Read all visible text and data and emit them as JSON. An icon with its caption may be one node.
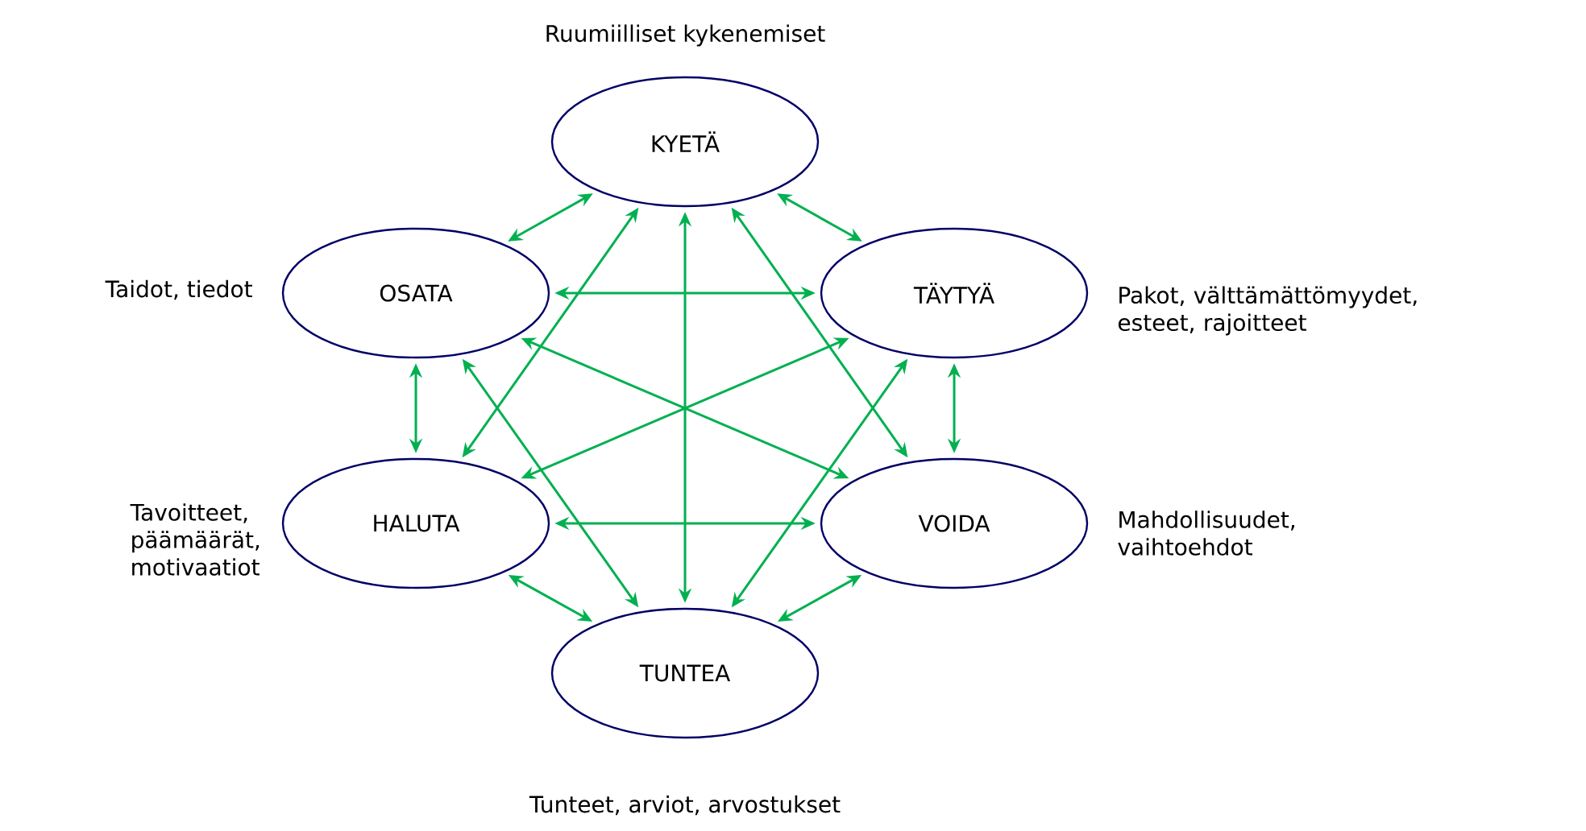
{
  "diagram": {
    "nodes": [
      {
        "text": [
          "KYETÄ"
        ],
        "beside": [
          "Ruumiilliset kykenemiset"
        ]
      },
      {
        "text": [
          "OSATA"
        ],
        "beside": [
          "Taidot, tiedot"
        ]
      },
      {
        "text": [
          "TÄYTYÄ"
        ],
        "beside": [
          "Pakot, välttämättömyydet, esteet, rajoitteet"
        ]
      },
      {
        "text": [
          "HALUTA"
        ],
        "beside": [
          "Tavoitteet, päämäärät, motivaatiot"
        ]
      },
      {
        "text": [
          "VOIDA"
        ],
        "beside": [
          "Mahdollisuudet, vaihtoehdot"
        ]
      },
      {
        "text": [
          "TUNTEA"
        ],
        "beside": [
          "Tunteet, arviot, arvostukset"
        ]
      }
    ],
    "edges": [
      {
        "from": 0,
        "to": 1,
        "arrow": "both"
      },
      {
        "from": 0,
        "to": 2,
        "arrow": "both"
      },
      {
        "from": 1,
        "to": 3,
        "arrow": "both"
      },
      {
        "from": 2,
        "to": 4,
        "arrow": "both"
      },
      {
        "from": 3,
        "to": 5,
        "arrow": "both"
      },
      {
        "from": 4,
        "to": 5,
        "arrow": "both"
      },
      {
        "from": 1,
        "to": 2,
        "arrow": "both"
      },
      {
        "from": 3,
        "to": 4,
        "arrow": "both"
      },
      {
        "from": 0,
        "to": 5,
        "arrow": "both"
      },
      {
        "from": 0,
        "to": 3,
        "arrow": "both"
      },
      {
        "from": 0,
        "to": 4,
        "arrow": "both"
      },
      {
        "from": 1,
        "to": 5,
        "arrow": "both"
      },
      {
        "from": 2,
        "to": 5,
        "arrow": "both"
      },
      {
        "from": 1,
        "to": 4,
        "arrow": "both"
      },
      {
        "from": 2,
        "to": 3,
        "arrow": "both"
      }
    ]
  }
}
